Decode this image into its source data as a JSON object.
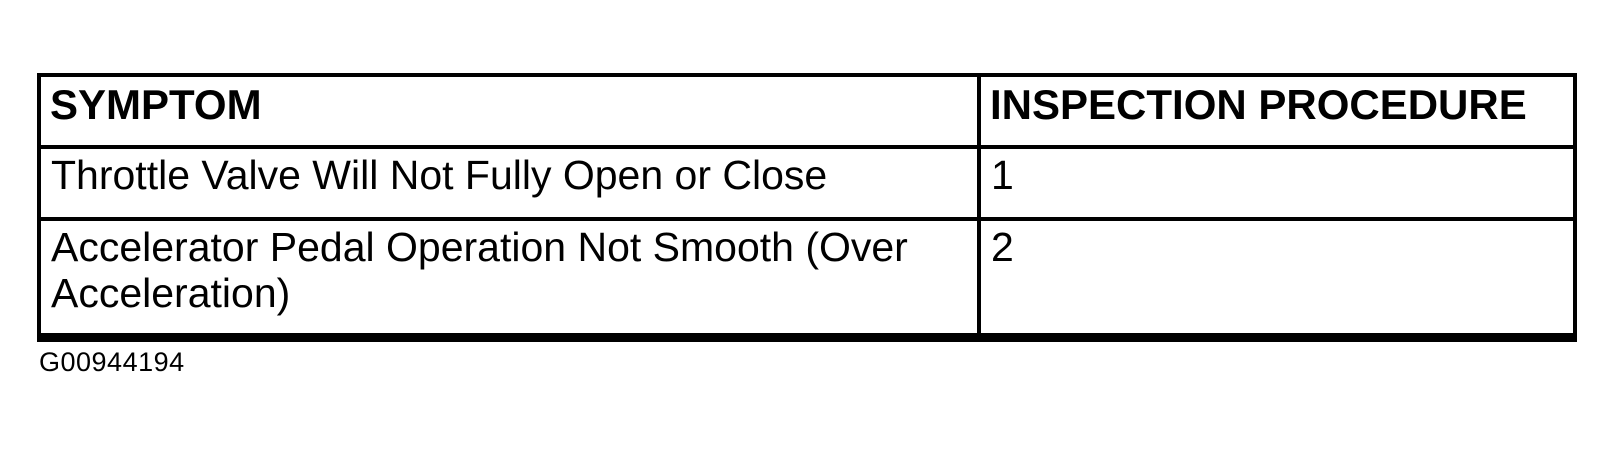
{
  "page": {
    "background": "#ffffff",
    "ink": "#000000"
  },
  "table": {
    "headers": [
      "SYMPTOM",
      "INSPECTION PROCEDURE"
    ],
    "rows": [
      {
        "symptom": "Throttle Valve Will Not Fully Open or Close",
        "procedure": "1"
      },
      {
        "symptom": "Accelerator Pedal Operation Not Smooth (Over Acceleration)",
        "procedure": "2"
      }
    ]
  },
  "figure_id": "G00944194"
}
